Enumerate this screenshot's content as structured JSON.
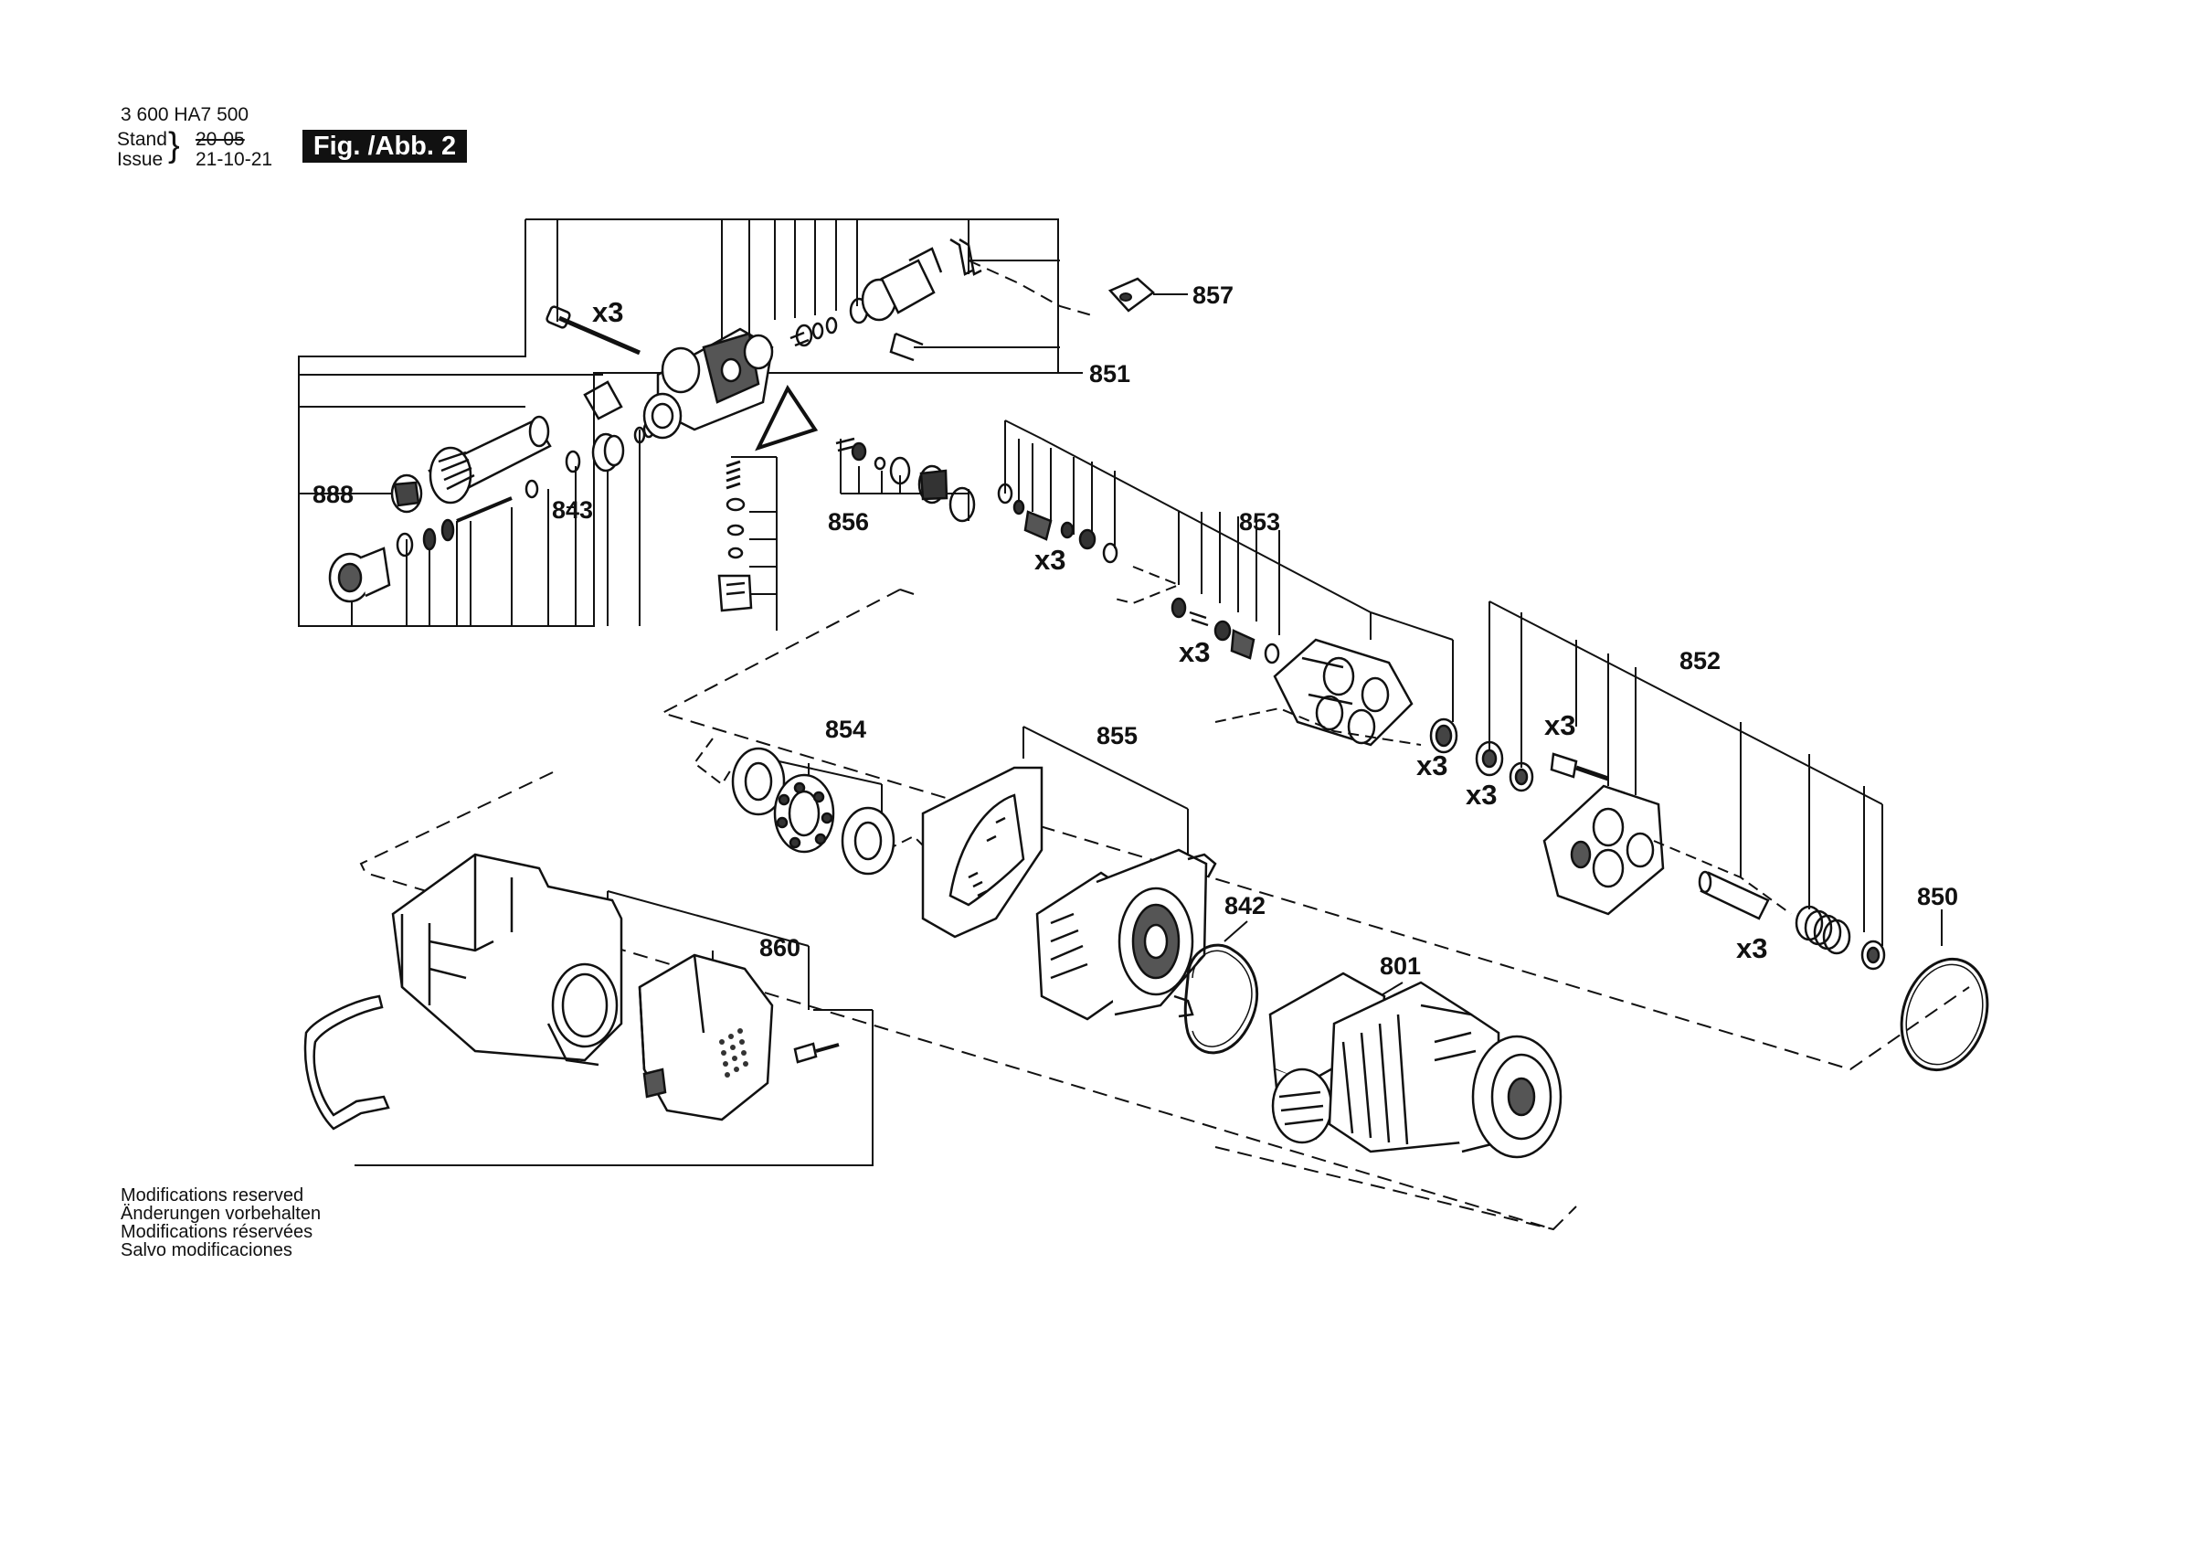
{
  "header": {
    "doc_number": "3 600 HA7 500",
    "stand_label": "Stand",
    "issue_label": "Issue",
    "old_date": "20-05",
    "new_date": "21-10-21",
    "figure_label": "Fig. /Abb. 2"
  },
  "parts": {
    "p857": "857",
    "p851": "851",
    "p888": "888",
    "p843": "843",
    "p856": "856",
    "p853": "853",
    "p852": "852",
    "p854": "854",
    "p855": "855",
    "p860": "860",
    "p842": "842",
    "p801": "801",
    "p850": "850"
  },
  "quantity": "x3",
  "footer_notes": [
    "Modifications reserved",
    "Änderungen vorbehalten",
    "Modifications réservées",
    "Salvo modificaciones"
  ]
}
